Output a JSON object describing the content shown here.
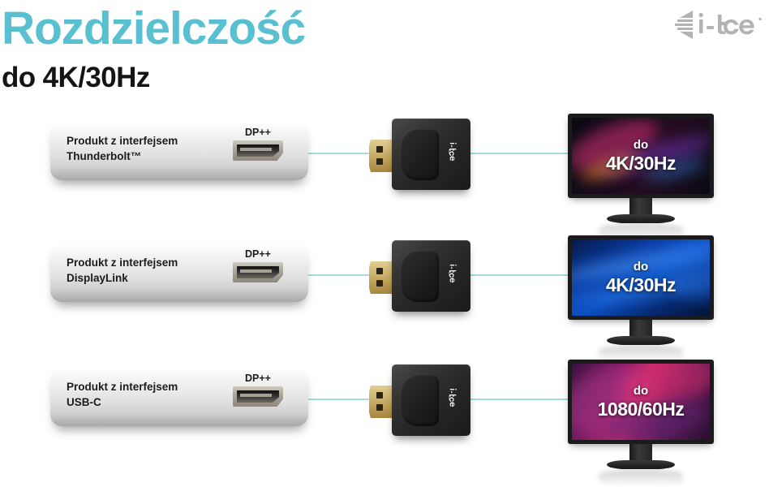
{
  "header": {
    "title": "Rozdzielczość",
    "subtitle": "do 4K/30Hz",
    "title_color": "#58c0d0",
    "subtitle_color": "#141414"
  },
  "brand": {
    "logo_text": "i-tec",
    "logo_color": "#b3b3b3"
  },
  "wire_color": "#a9d9e2",
  "rows": [
    {
      "device_label": "Produkt z interfejsem\nThunderbolt™",
      "port_label": "DP++",
      "adapter_logo": "i-tec",
      "monitor_line1": "do",
      "monitor_line2": "4K/30Hz",
      "wallpaper": "dark-abstract-pink-orange"
    },
    {
      "device_label": "Produkt z interfejsem\nDisplayLink",
      "port_label": "DP++",
      "adapter_logo": "i-tec",
      "monitor_line1": "do",
      "monitor_line2": "4K/30Hz",
      "wallpaper": "blue-waves"
    },
    {
      "device_label": "Produkt z interfejsem\nUSB-C",
      "port_label": "DP++",
      "adapter_logo": "i-tec",
      "monitor_line1": "do",
      "monitor_line2": "1080/60Hz",
      "wallpaper": "magenta-purple-abstract"
    }
  ]
}
